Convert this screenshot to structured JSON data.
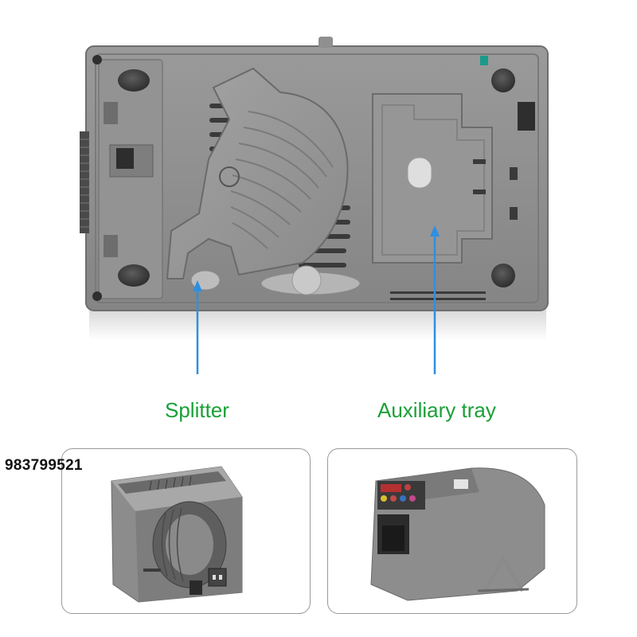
{
  "labels": {
    "splitter": "Splitter",
    "auxiliary_tray": "Auxiliary tray"
  },
  "id_number": "983799521",
  "colors": {
    "label_green": "#1aa037",
    "arrow_blue": "#2f8fe0",
    "device_gray": "#8e8e8e",
    "frame_border": "#9a9a9a"
  },
  "images": {
    "main": "bottom view of gray tape dispenser with splitter and auxiliary tray",
    "left_thumbnail": "tape dispenser front view with tape roll",
    "right_thumbnail": "tape dispenser with control panel and tray stand"
  }
}
